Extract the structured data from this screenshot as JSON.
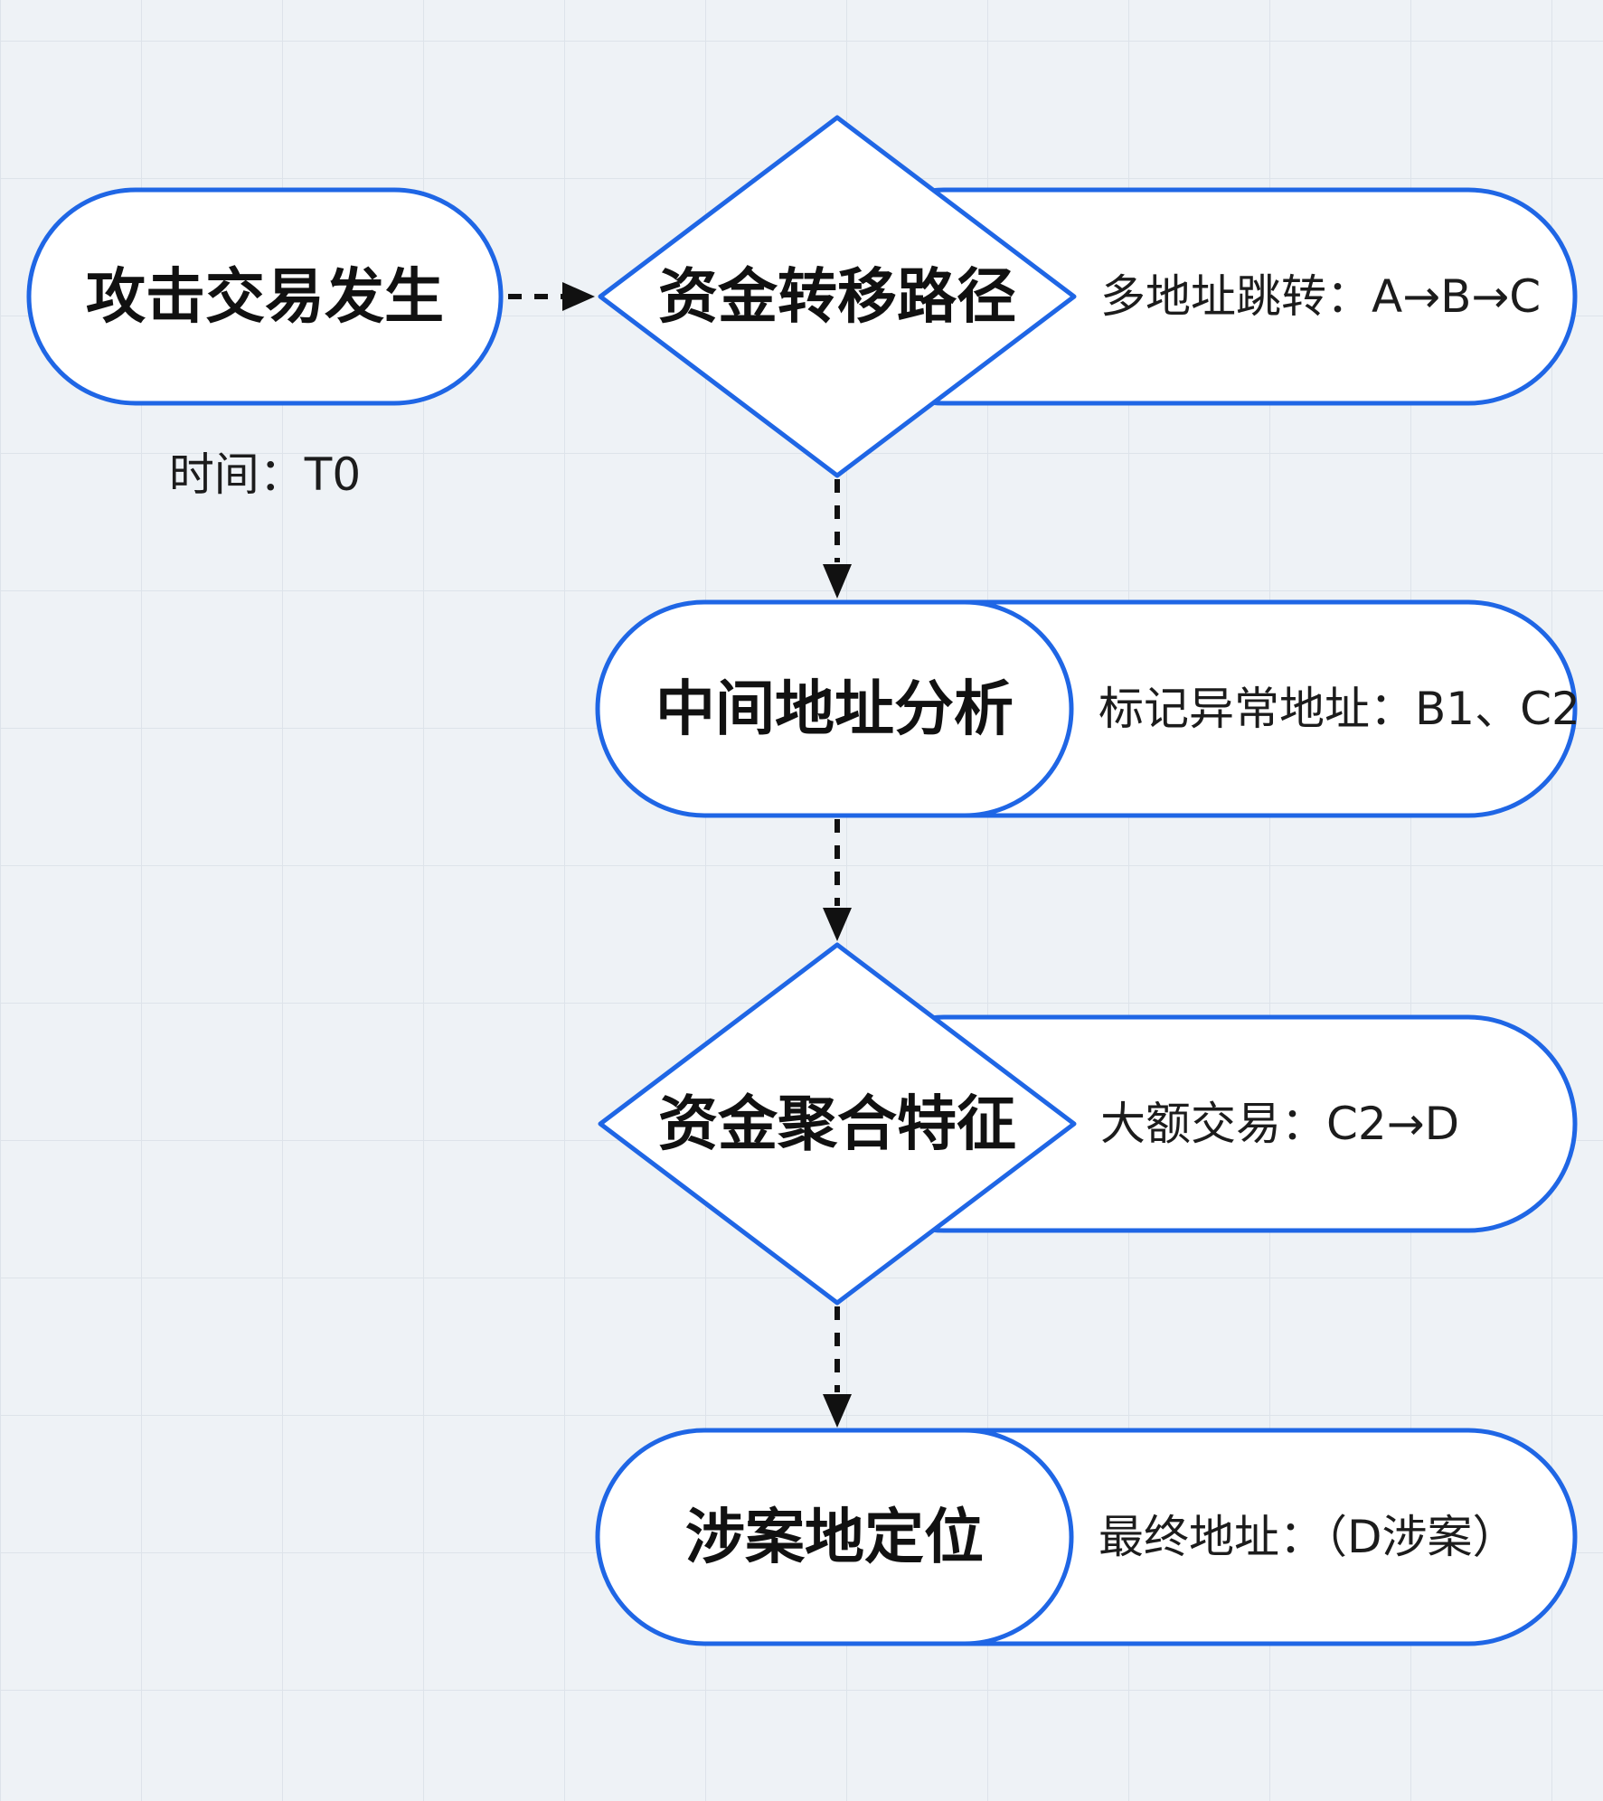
{
  "nodes": [
    {
      "id": "start",
      "label": "攻击交易发生",
      "note": "时间：T0"
    },
    {
      "id": "transfer",
      "label": "资金转移路径",
      "note": "多地址跳转：A→B→C"
    },
    {
      "id": "mid",
      "label": "中间地址分析",
      "note": "标记异常地址：B1、C2"
    },
    {
      "id": "agg",
      "label": "资金聚合特征",
      "note": "大额交易：C2→D"
    },
    {
      "id": "locate",
      "label": "涉案地定位",
      "note": "最终地址：（D涉案）"
    }
  ],
  "colors": {
    "accent": "#1f66e5",
    "arrow": "#111111",
    "background": "#eef2f6",
    "grid": "#dde3ea"
  }
}
